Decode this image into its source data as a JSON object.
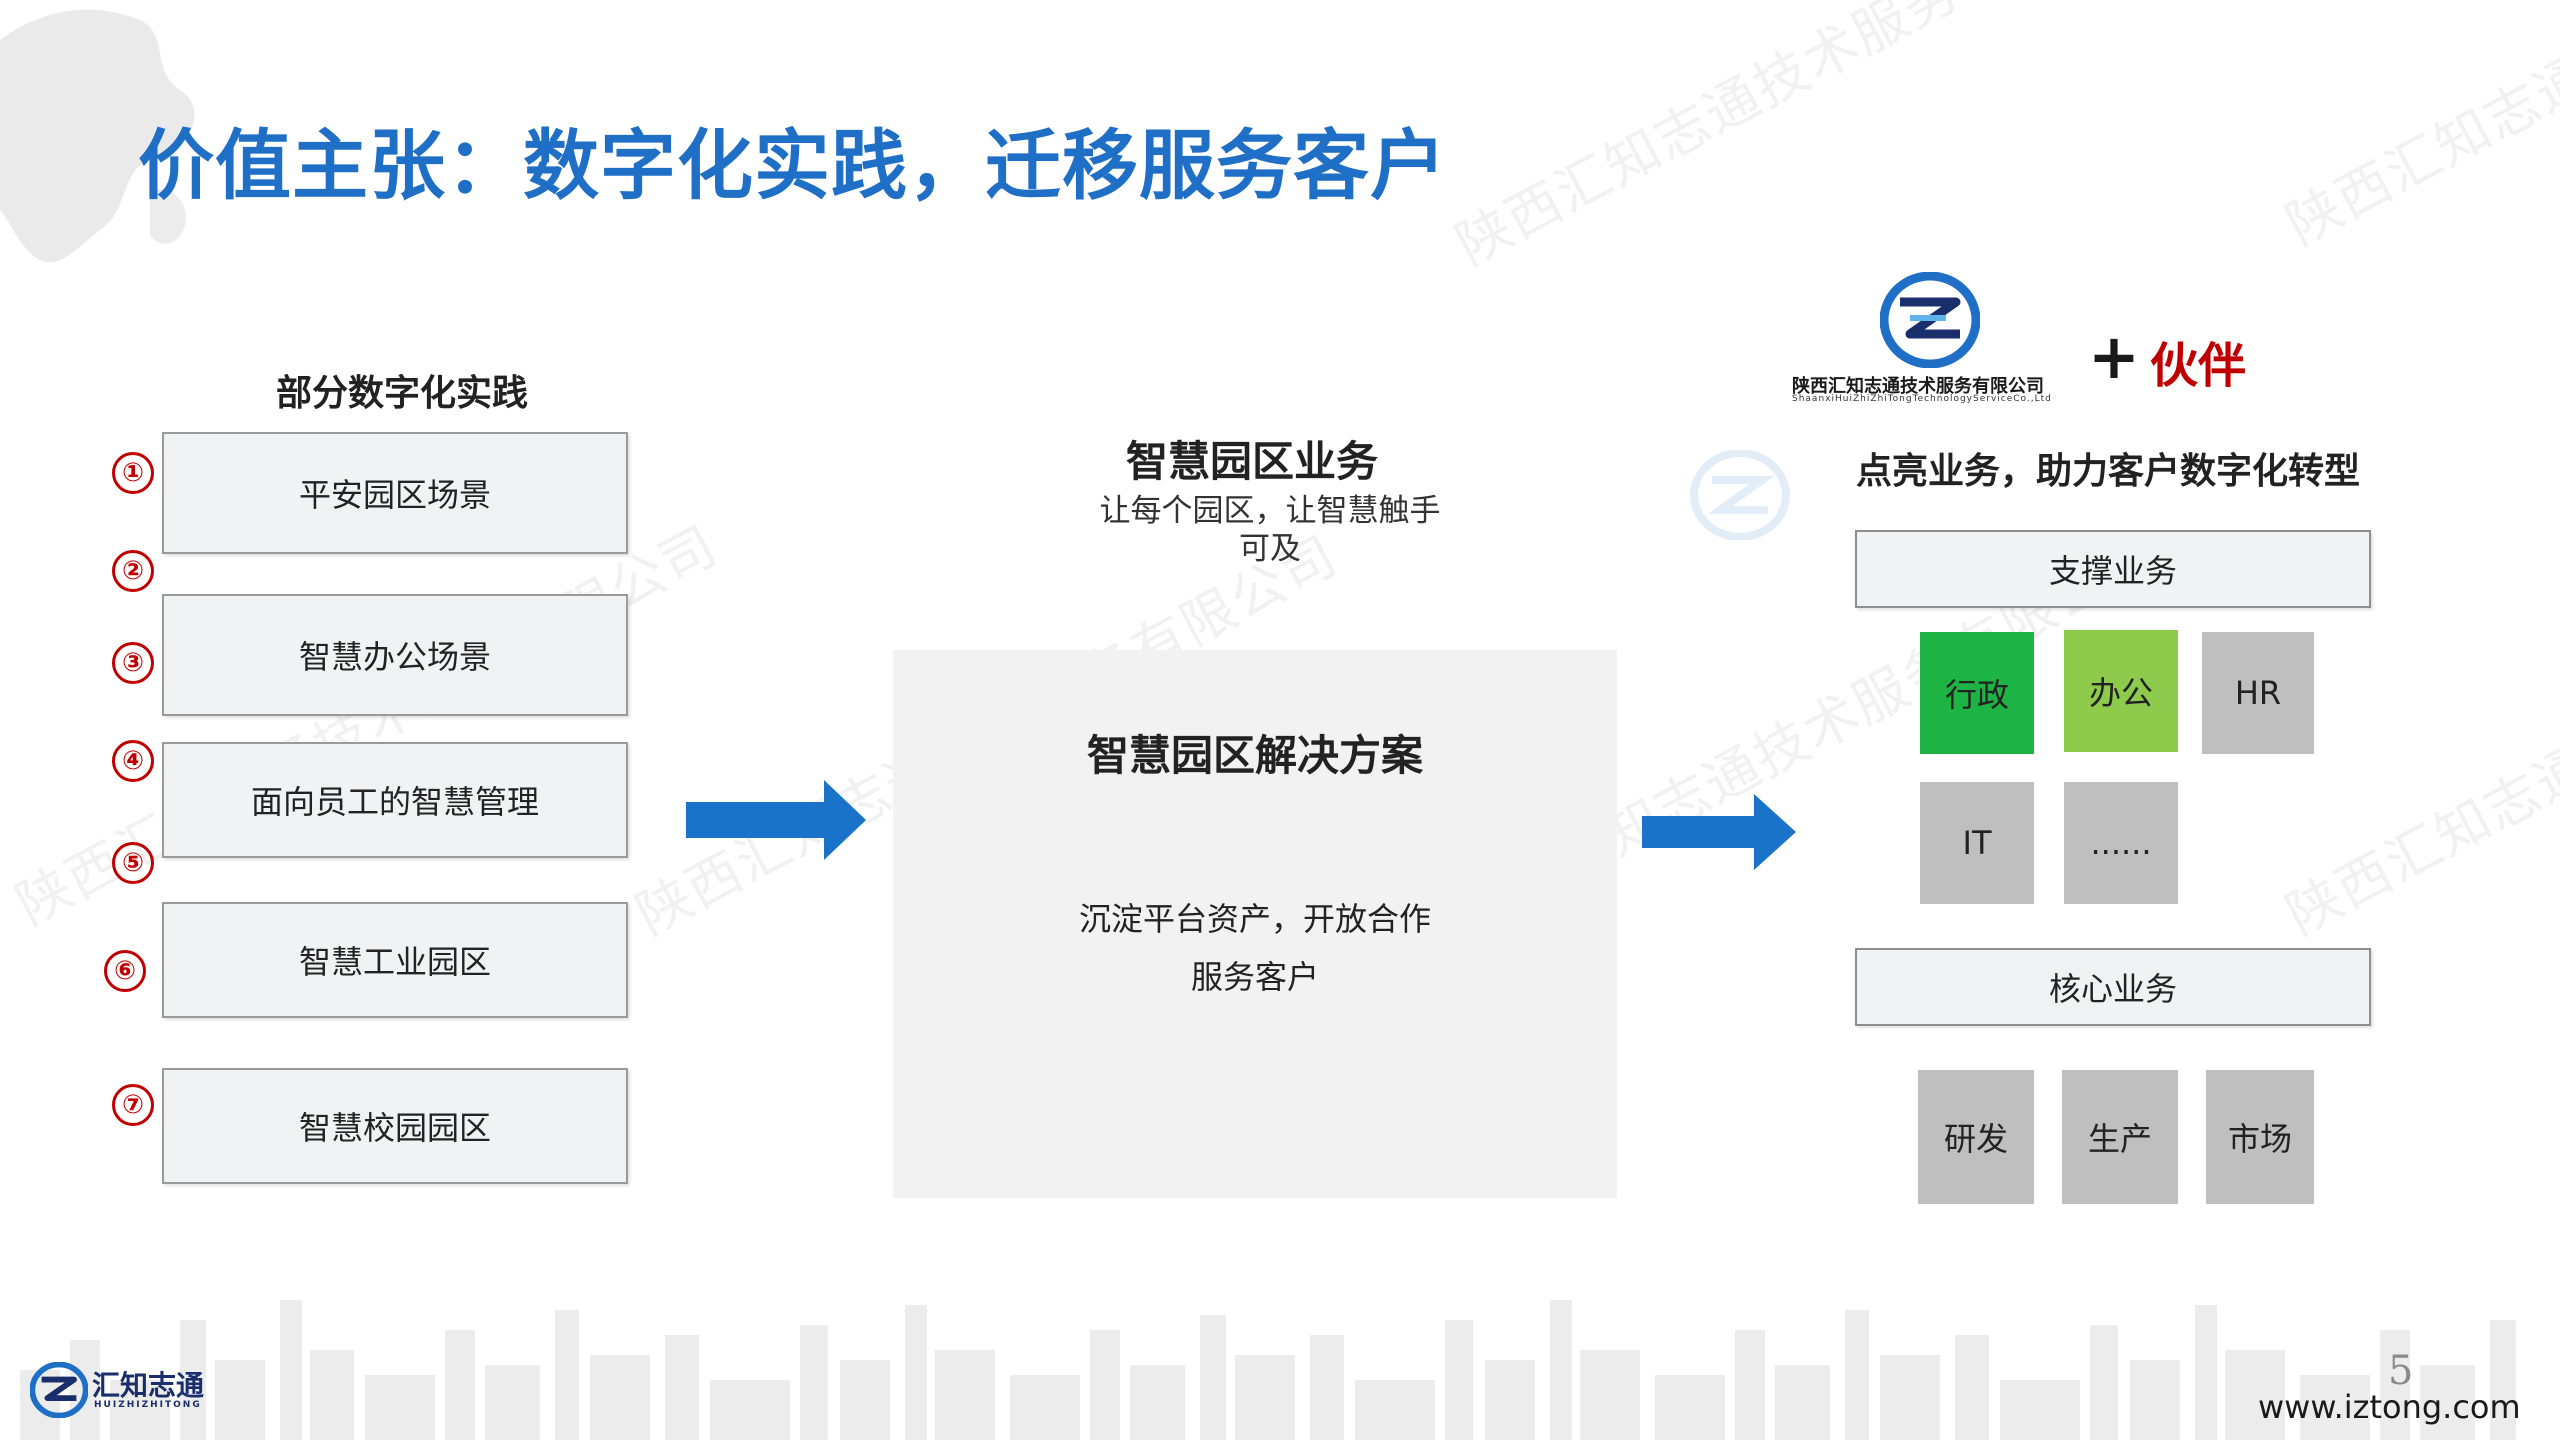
{
  "title": "价值主张：数字化实践，迁移服务客户",
  "left": {
    "heading": "部分数字化实践",
    "numbers": [
      "①",
      "②",
      "③",
      "④",
      "⑤",
      "⑥",
      "⑦"
    ],
    "boxes": [
      "平安园区场景",
      "智慧办公场景",
      "面向员工的智慧管理",
      "智慧工业园区",
      "智慧校园园区"
    ]
  },
  "middle": {
    "heading": "智慧园区业务",
    "sub_line1": "让每个园区，让智慧触手",
    "sub_line2": "可及",
    "solution_title": "智慧园区解决方案",
    "solution_line1": "沉淀平台资产，开放合作",
    "solution_line2": "服务客户"
  },
  "right": {
    "company_name": "陕西汇知志通技术服务有限公司",
    "company_en": "ShaanxiHuiZhiZhiTongTechnologyServiceCo.,Ltd",
    "plus": "+",
    "partner": "伙伴",
    "heading": "点亮业务，助力客户数字化转型",
    "support_label": "支撑业务",
    "support_tiles": [
      "行政",
      "办公",
      "HR",
      "IT",
      "......"
    ],
    "core_label": "核心业务",
    "core_tiles": [
      "研发",
      "生产",
      "市场"
    ]
  },
  "footer": {
    "logo_text": "汇知志通",
    "logo_sub": "HUIZHIZHITONG",
    "page_number": "5",
    "website": "www.iztong.com"
  },
  "watermark": "陕西汇知志通技术服务有限公司",
  "colors": {
    "title_blue": "#1f6fc6",
    "number_red": "#c00000",
    "arrow_blue": "#1a73c8",
    "tile_green_dark": "#1db445",
    "tile_green_light": "#8ecb4c",
    "tile_gray": "#bfbfbf",
    "panel_gray": "#f2f2f2"
  }
}
